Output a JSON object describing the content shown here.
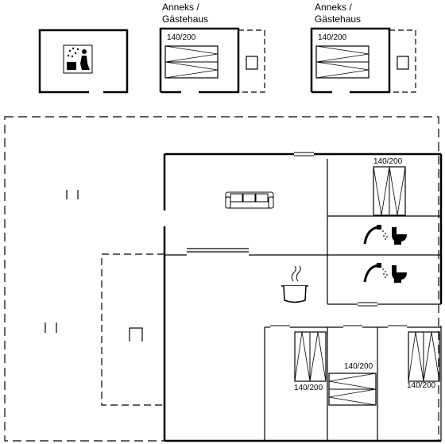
{
  "annex_left": {
    "title_line1": "Anneks /",
    "title_line2": "Gästehaus",
    "bed_size": "140/200"
  },
  "annex_right": {
    "title_line1": "Anneks /",
    "title_line2": "Gästehaus",
    "bed_size": "140/200"
  },
  "main_house": {
    "bed_top_right": "140/200",
    "bed_bottom_left": "140/200",
    "bed_bottom_middle": "140/200",
    "bed_bottom_right": "140/200"
  },
  "icons": [
    "sauna-icon",
    "sofa-icon",
    "cooking-pot-icon",
    "shower-icon",
    "toilet-icon"
  ],
  "colors": {
    "wall": "#000000",
    "dashed": "#000000",
    "background": "#ffffff",
    "bath_fill": "#ffffff"
  }
}
